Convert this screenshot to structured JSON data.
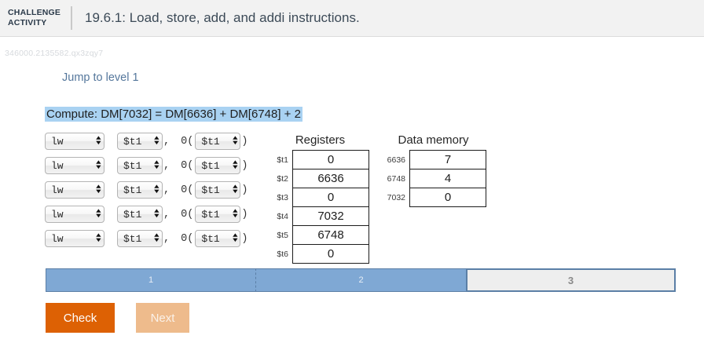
{
  "header": {
    "badge_line1": "CHALLENGE",
    "badge_line2": "ACTIVITY",
    "title": "19.6.1: Load, store, add, and addi instructions."
  },
  "activity_id": "346000.2135582.qx3zqy7",
  "jump_link": "Jump to level 1",
  "prompt": "Compute: DM[7032] = DM[6636] + DM[6748] + 2",
  "instructions": {
    "spinner_up": "▲",
    "spinner_down": "▼",
    "comma": ",",
    "open_paren": "0(",
    "close_paren": ")",
    "rows": [
      {
        "op": "lw",
        "rd": "$t1",
        "offset": "0",
        "base": "$t1"
      },
      {
        "op": "lw",
        "rd": "$t1",
        "offset": "0",
        "base": "$t1"
      },
      {
        "op": "lw",
        "rd": "$t1",
        "offset": "0",
        "base": "$t1"
      },
      {
        "op": "lw",
        "rd": "$t1",
        "offset": "0",
        "base": "$t1"
      },
      {
        "op": "lw",
        "rd": "$t1",
        "offset": "0",
        "base": "$t1"
      }
    ]
  },
  "registers": {
    "title": "Registers",
    "rows": [
      {
        "name": "$t1",
        "value": "0"
      },
      {
        "name": "$t2",
        "value": "6636"
      },
      {
        "name": "$t3",
        "value": "0"
      },
      {
        "name": "$t4",
        "value": "7032"
      },
      {
        "name": "$t5",
        "value": "6748"
      },
      {
        "name": "$t6",
        "value": "0"
      }
    ]
  },
  "data_memory": {
    "title": "Data memory",
    "rows": [
      {
        "address": "6636",
        "value": "7"
      },
      {
        "address": "6748",
        "value": "4"
      },
      {
        "address": "7032",
        "value": "0"
      }
    ]
  },
  "progress": {
    "segments": [
      {
        "label": "1",
        "state": "done"
      },
      {
        "label": "2",
        "state": "done"
      },
      {
        "label": "3",
        "state": "current"
      }
    ]
  },
  "buttons": {
    "check": "Check",
    "next": "Next"
  },
  "colors": {
    "accent_orange": "#dd6104",
    "next_disabled_orange": "#eebb8c",
    "progress_blue": "#7fa8d4",
    "progress_border": "#5b7fa6",
    "highlight_blue": "#a9d2f2",
    "link_blue": "#55779c"
  }
}
